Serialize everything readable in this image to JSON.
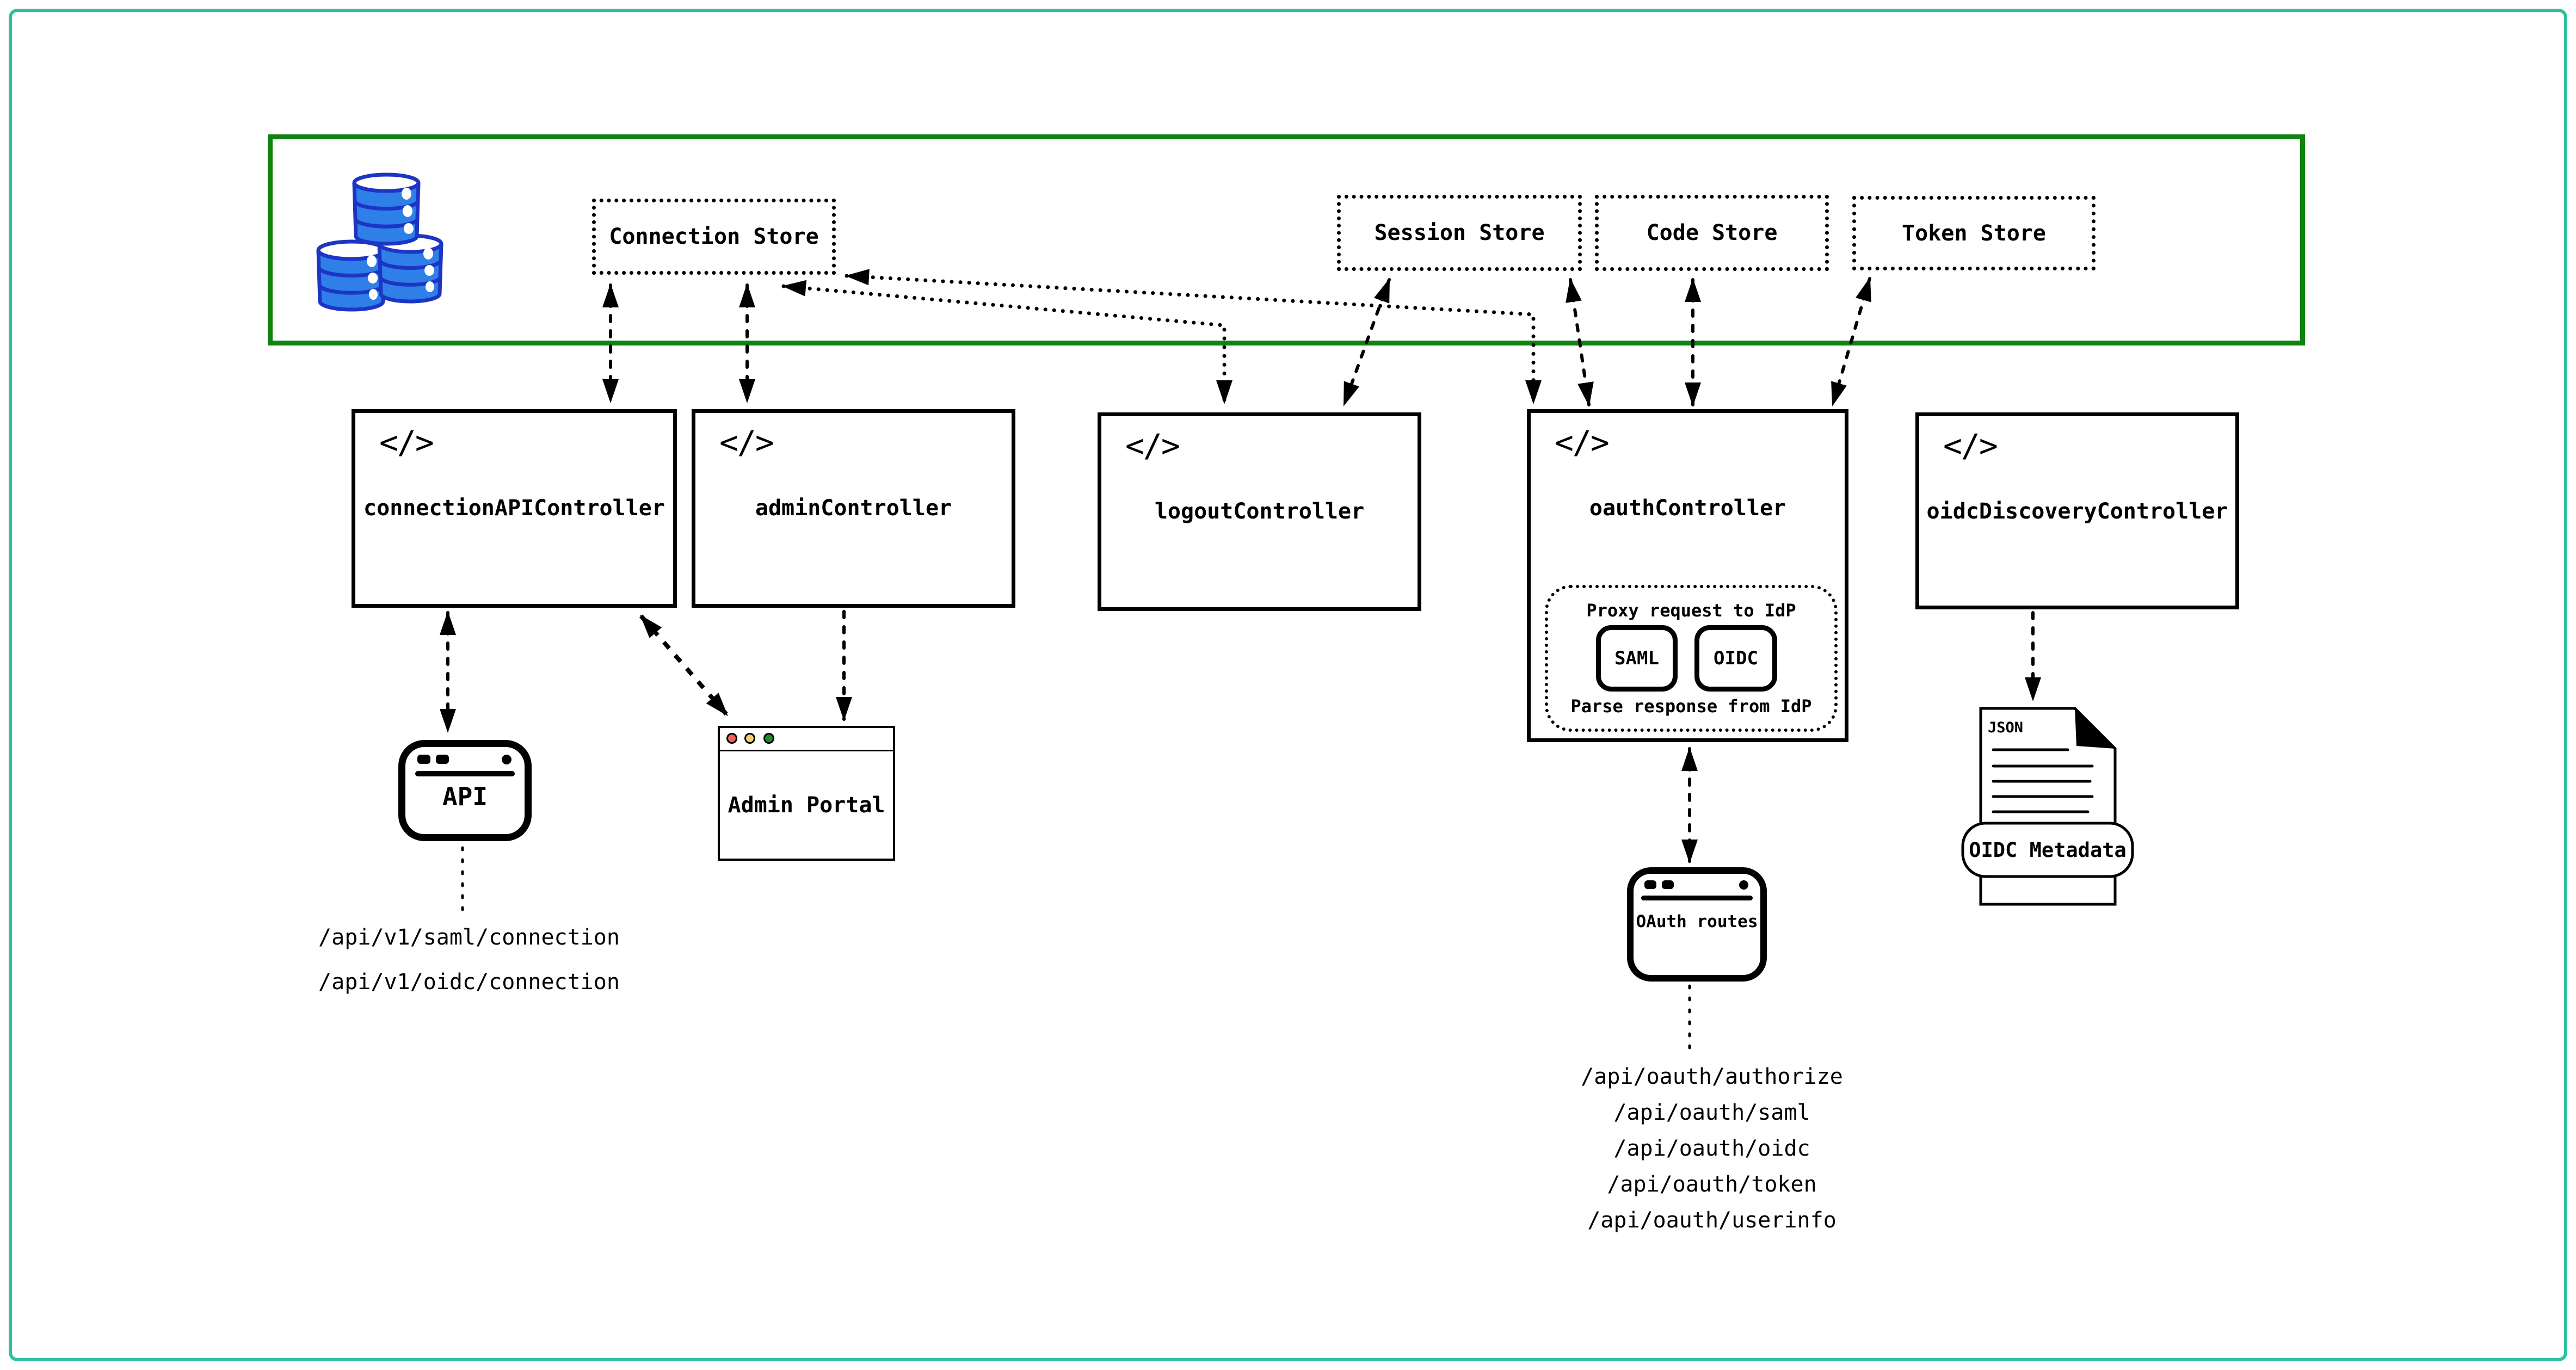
{
  "icons": {
    "code": "</>"
  },
  "storage_zone": {
    "stores": {
      "connection": "Connection Store",
      "session": "Session Store",
      "code": "Code Store",
      "token": "Token Store"
    }
  },
  "controllers": {
    "connection_api": "connectionAPIController",
    "admin": "adminController",
    "logout": "logoutController",
    "oauth": "oauthController",
    "oidc_discovery": "oidcDiscoveryController"
  },
  "oauth_detail": {
    "proxy": "Proxy request to IdP",
    "saml": "SAML",
    "oidc": "OIDC",
    "parse": "Parse response from IdP"
  },
  "endpoints_ui": {
    "api": "API",
    "admin_portal": "Admin Portal",
    "oauth_routes": "OAuth routes",
    "json": "JSON",
    "oidc_metadata": "OIDC Metadata"
  },
  "routes": {
    "connection_api": [
      "/api/v1/saml/connection",
      "/api/v1/oidc/connection"
    ],
    "oauth": [
      "/api/oauth/authorize",
      "/api/oauth/saml",
      "/api/oauth/oidc",
      "/api/oauth/token",
      "/api/oauth/userinfo"
    ]
  },
  "colors": {
    "frame": "#2fc0a0",
    "storage_zone_border": "#0f830f",
    "database_fill": "#2f7fe8",
    "database_stroke": "#1d35c4",
    "traffic_red": "#f4605c",
    "traffic_yellow": "#f5d169",
    "traffic_green": "#1f8b24",
    "ink": "#000000"
  }
}
